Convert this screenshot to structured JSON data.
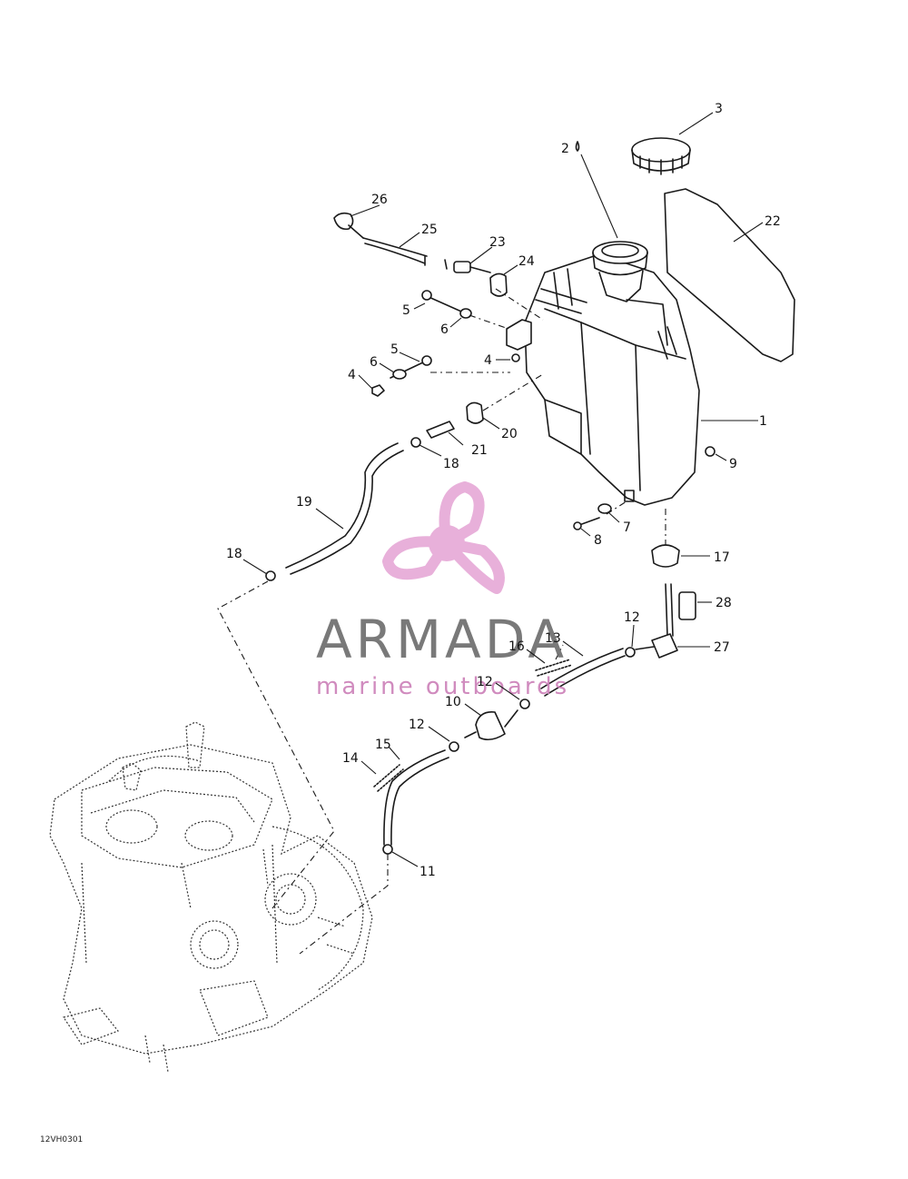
{
  "watermark": {
    "brand": "ARMADA",
    "tagline": "marine outboards",
    "brand_color": "#6b6b6b",
    "tagline_color": "#cc7fb8",
    "logo": "propeller-logo",
    "logo_color": "#e6a8d6"
  },
  "drawing_code": "12VH0301",
  "callouts": {
    "c1": "1",
    "c2": "2",
    "c3": "3",
    "c4a": "4",
    "c4b": "4",
    "c5a": "5",
    "c5b": "5",
    "c6a": "6",
    "c6b": "6",
    "c7": "7",
    "c8": "8",
    "c9": "9",
    "c10": "10",
    "c11": "11",
    "c12a": "12",
    "c12b": "12",
    "c12c": "12",
    "c13": "13",
    "c14": "14",
    "c15": "15",
    "c16": "16",
    "c17": "17",
    "c18a": "18",
    "c18b": "18",
    "c19": "19",
    "c20": "20",
    "c21": "21",
    "c22": "22",
    "c23": "23",
    "c24": "24",
    "c25": "25",
    "c26": "26",
    "c27": "27",
    "c28": "28"
  }
}
